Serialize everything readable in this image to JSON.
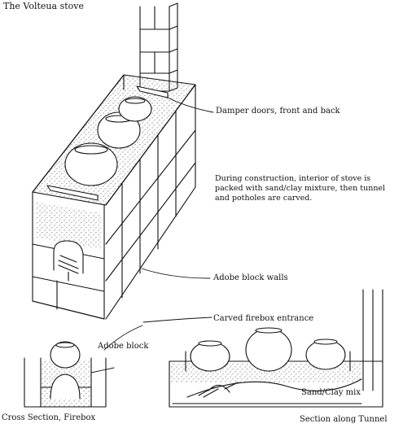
{
  "title": "The Volteua stove",
  "labels": {
    "damper": "Damper doors, front and back",
    "construction_note": "During construction, interior of stove is packed with sand/clay mixture, then tunnel and potholes are carved.",
    "walls": "Adobe block walls",
    "firebox_entrance": "Carved firebox entrance",
    "adobe_block": "Adobe block",
    "sand_clay": "Sand/Clay mix",
    "cross_section": "Cross Section, Firebox",
    "tunnel_section": "Section along Tunnel"
  }
}
